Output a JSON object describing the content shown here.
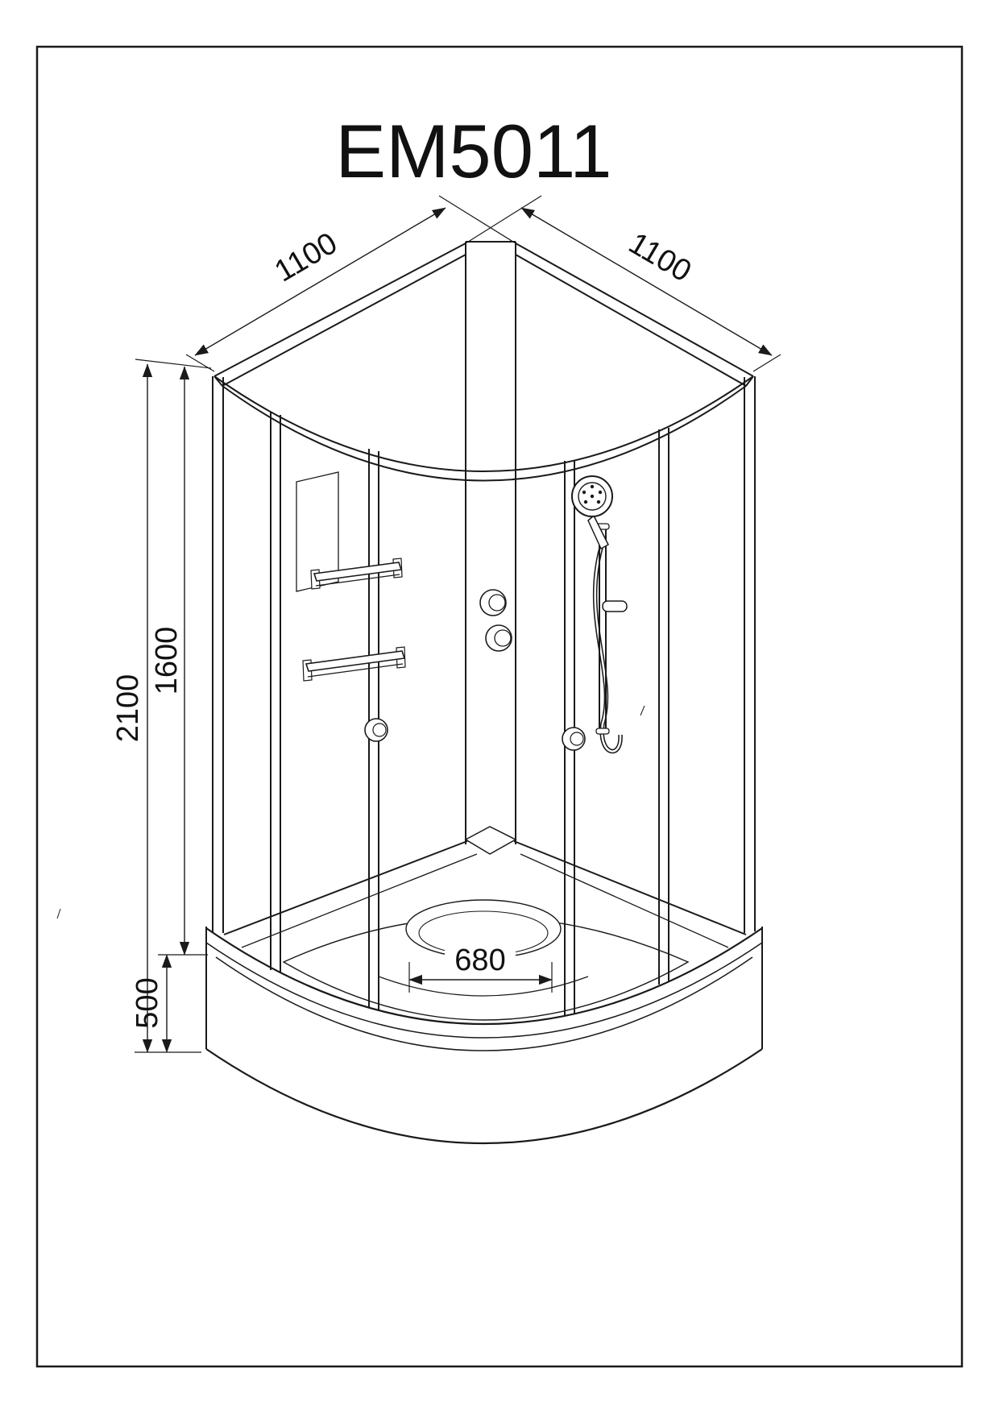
{
  "title": "EM5011",
  "dimensions": {
    "width_left": "1100",
    "width_right": "1100",
    "total_height": "2100",
    "cabin_height": "1600",
    "tray_height": "500",
    "inner_width": "680"
  }
}
